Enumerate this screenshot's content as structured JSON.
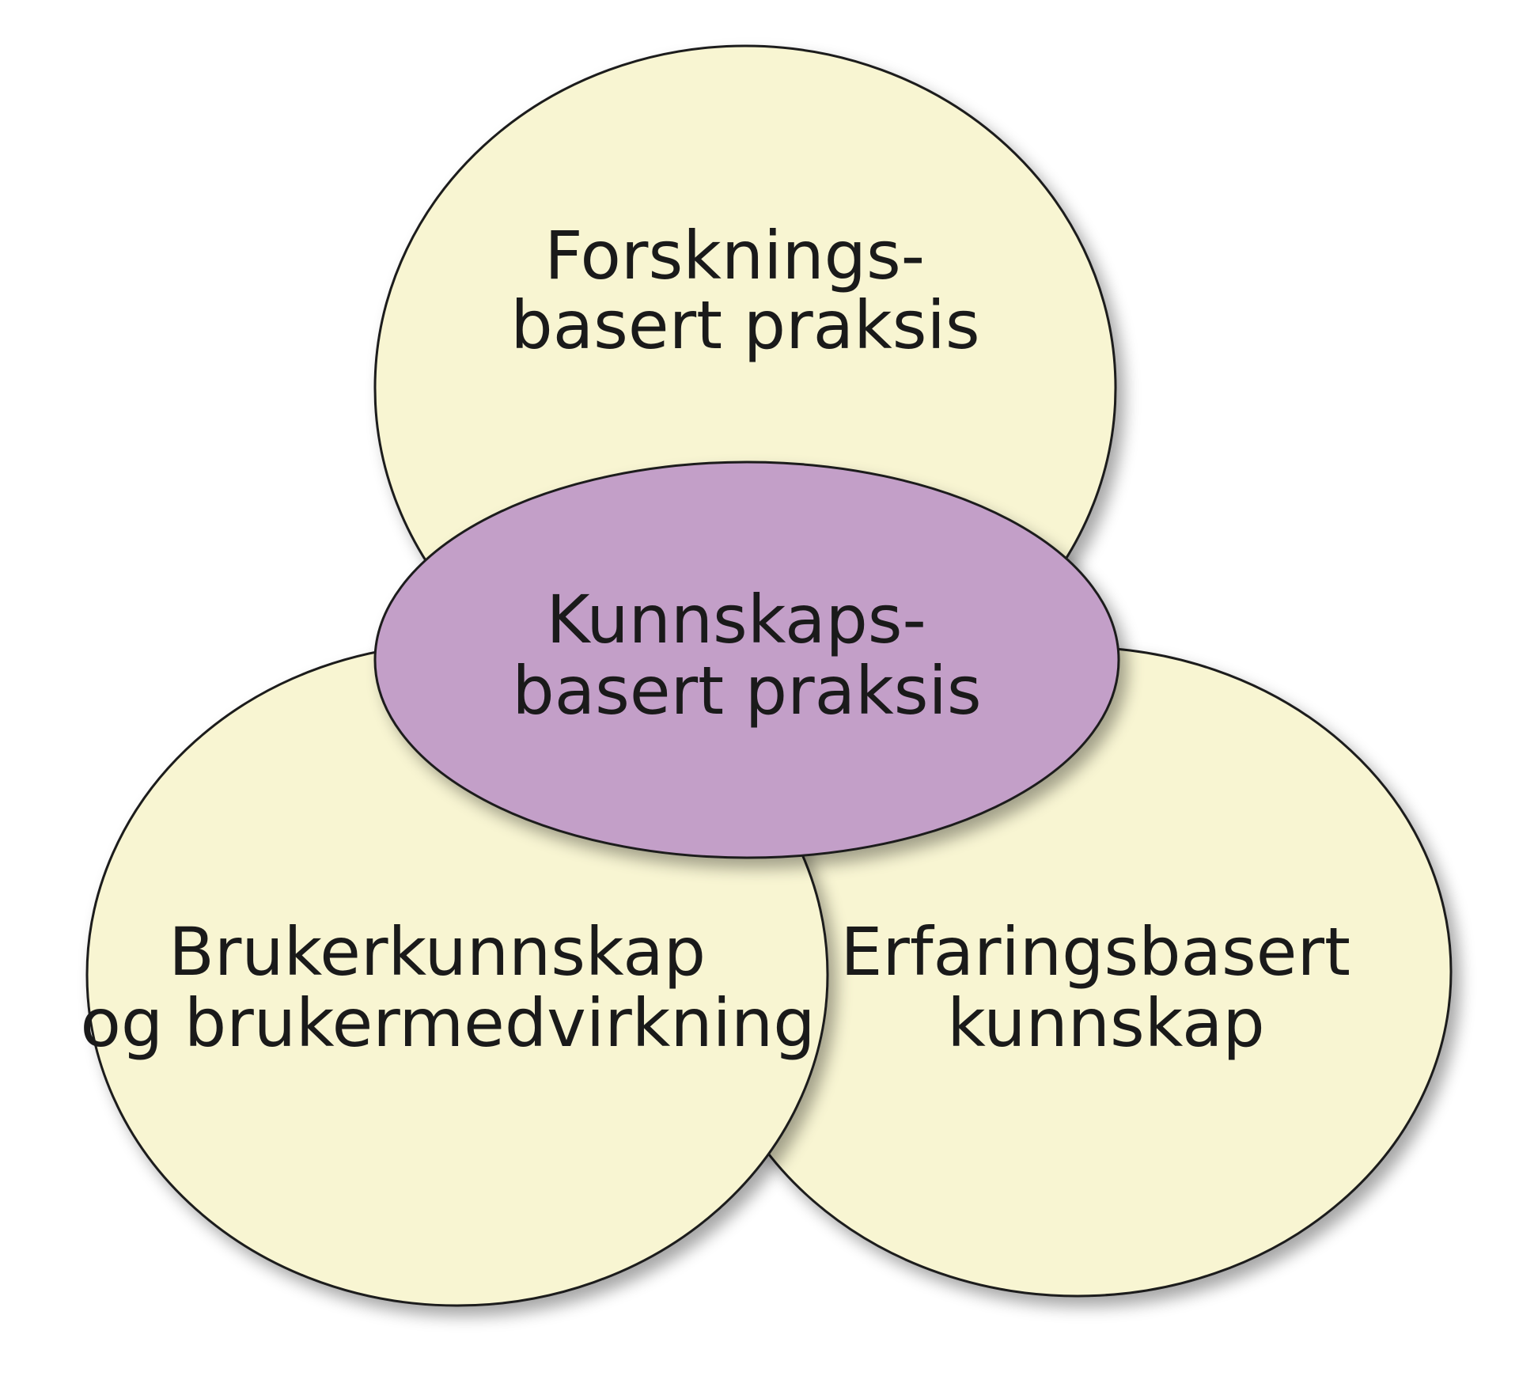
{
  "colors": {
    "outer_fill": "#f8f5d2",
    "center_fill": "#c39fc8",
    "outline": "#1a1a1a",
    "text": "#1a1a1a"
  },
  "circles": {
    "top": {
      "lines": [
        "Forsknings-",
        "basert praksis"
      ]
    },
    "left": {
      "lines": [
        "Brukerkunnskap",
        "og brukermedvirkning"
      ]
    },
    "right": {
      "lines": [
        "Erfaringsbasert",
        "kunnskap"
      ]
    },
    "center": {
      "lines": [
        "Kunnskaps-",
        "basert praksis"
      ]
    }
  }
}
